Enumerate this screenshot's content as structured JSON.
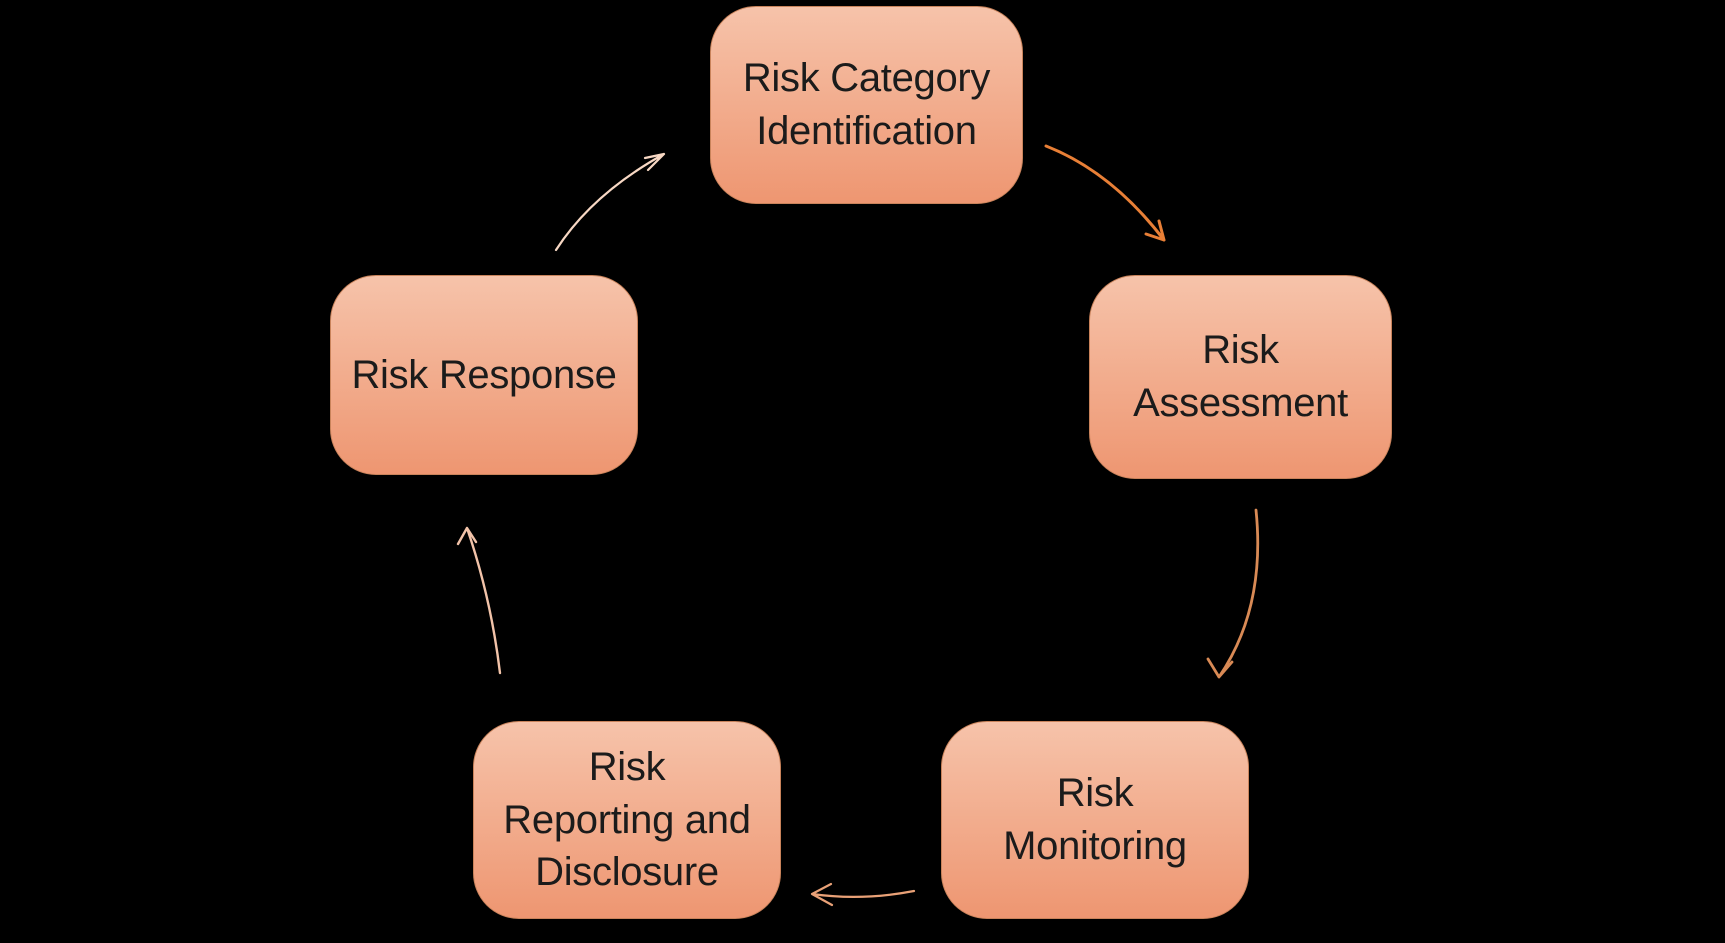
{
  "diagram": {
    "type": "cycle",
    "nodes": [
      {
        "id": "risk-category-identification",
        "label": "Risk Category\nIdentification"
      },
      {
        "id": "risk-assessment",
        "label": "Risk\nAssessment"
      },
      {
        "id": "risk-monitoring",
        "label": "Risk\nMonitoring"
      },
      {
        "id": "risk-reporting-disclosure",
        "label": "Risk\nReporting and\nDisclosure"
      },
      {
        "id": "risk-response",
        "label": "Risk Response"
      }
    ],
    "flow_order": [
      "risk-category-identification",
      "risk-assessment",
      "risk-monitoring",
      "risk-reporting-disclosure",
      "risk-response"
    ]
  },
  "arrows": [
    {
      "name": "response-to-identification",
      "color": "#F8D8C4"
    },
    {
      "name": "identification-to-assessment",
      "color": "#E87F36"
    },
    {
      "name": "assessment-to-monitoring",
      "color": "#D98A55"
    },
    {
      "name": "monitoring-to-reporting",
      "color": "#E9A177"
    },
    {
      "name": "reporting-to-response",
      "color": "#F2C3A9"
    }
  ],
  "colors": {
    "background": "#000000",
    "box_top": "#F6C3AA",
    "box_bottom": "#EE9671",
    "box_border": "#C9835B",
    "text": "#1B1B1B"
  }
}
